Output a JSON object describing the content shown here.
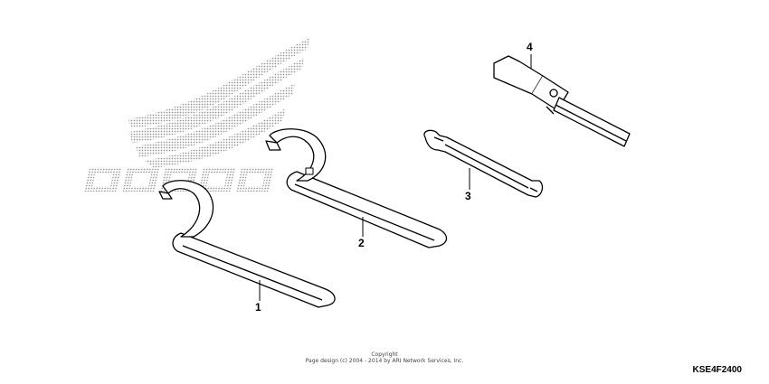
{
  "watermark": {
    "brand": "HONDA",
    "logo": "wing-logo"
  },
  "parts": [
    {
      "callout": "1",
      "icon": "pin-spanner-wrench"
    },
    {
      "callout": "2",
      "icon": "pin-spanner-wrench"
    },
    {
      "callout": "3",
      "icon": "double-open-end-wrench"
    },
    {
      "callout": "4",
      "icon": "spark-plug-socket-wrench"
    }
  ],
  "copyright": {
    "line1": "Copyright",
    "line2": "Page design (c) 2004 - 2014 by ARI Network Services, Inc."
  },
  "diagram_code": "KSE4F2400"
}
